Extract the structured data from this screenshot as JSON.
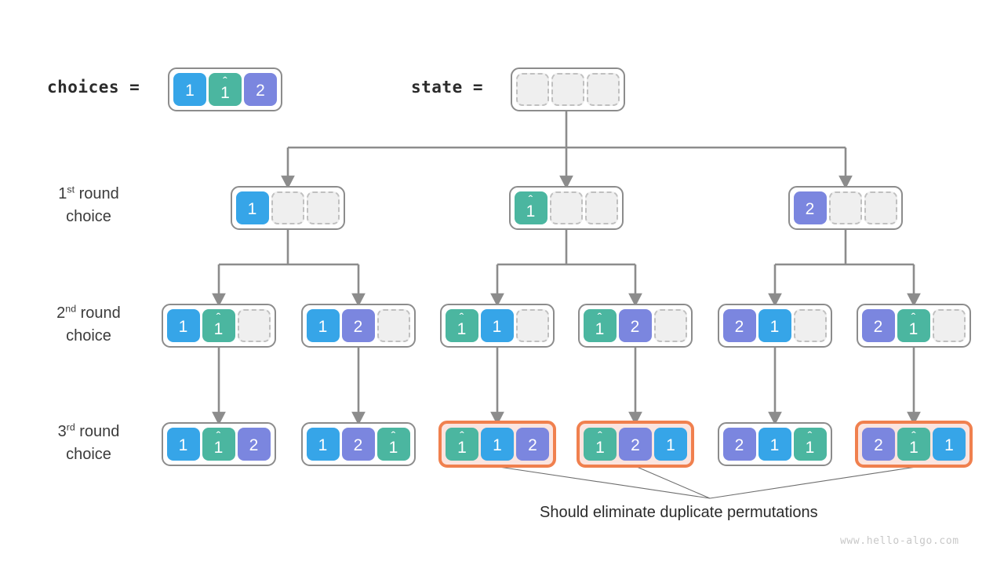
{
  "header": {
    "choices_label": "choices =",
    "state_label": "state =",
    "choices_cells": [
      {
        "value": "1",
        "color": "blue",
        "hat": false
      },
      {
        "value": "1",
        "color": "green",
        "hat": true
      },
      {
        "value": "2",
        "color": "purple",
        "hat": false
      }
    ],
    "state_cells": [
      {
        "value": "",
        "color": "empty",
        "hat": false
      },
      {
        "value": "",
        "color": "empty",
        "hat": false
      },
      {
        "value": "",
        "color": "empty",
        "hat": false
      }
    ]
  },
  "rows": [
    {
      "label_sup": "1",
      "label_ord": "st",
      "label_line1": " round",
      "label_line2": "choice"
    },
    {
      "label_sup": "2",
      "label_ord": "nd",
      "label_line1": " round",
      "label_line2": "choice"
    },
    {
      "label_sup": "3",
      "label_ord": "rd",
      "label_line1": " round",
      "label_line2": "choice"
    }
  ],
  "round1": [
    {
      "highlight": false,
      "cells": [
        {
          "value": "1",
          "color": "blue",
          "hat": false
        },
        {
          "value": "",
          "color": "empty",
          "hat": false
        },
        {
          "value": "",
          "color": "empty",
          "hat": false
        }
      ]
    },
    {
      "highlight": false,
      "cells": [
        {
          "value": "1",
          "color": "green",
          "hat": true
        },
        {
          "value": "",
          "color": "empty",
          "hat": false
        },
        {
          "value": "",
          "color": "empty",
          "hat": false
        }
      ]
    },
    {
      "highlight": false,
      "cells": [
        {
          "value": "2",
          "color": "purple",
          "hat": false
        },
        {
          "value": "",
          "color": "empty",
          "hat": false
        },
        {
          "value": "",
          "color": "empty",
          "hat": false
        }
      ]
    }
  ],
  "round2": [
    {
      "highlight": false,
      "cells": [
        {
          "value": "1",
          "color": "blue",
          "hat": false
        },
        {
          "value": "1",
          "color": "green",
          "hat": true
        },
        {
          "value": "",
          "color": "empty",
          "hat": false
        }
      ]
    },
    {
      "highlight": false,
      "cells": [
        {
          "value": "1",
          "color": "blue",
          "hat": false
        },
        {
          "value": "2",
          "color": "purple",
          "hat": false
        },
        {
          "value": "",
          "color": "empty",
          "hat": false
        }
      ]
    },
    {
      "highlight": false,
      "cells": [
        {
          "value": "1",
          "color": "green",
          "hat": true
        },
        {
          "value": "1",
          "color": "blue",
          "hat": false
        },
        {
          "value": "",
          "color": "empty",
          "hat": false
        }
      ]
    },
    {
      "highlight": false,
      "cells": [
        {
          "value": "1",
          "color": "green",
          "hat": true
        },
        {
          "value": "2",
          "color": "purple",
          "hat": false
        },
        {
          "value": "",
          "color": "empty",
          "hat": false
        }
      ]
    },
    {
      "highlight": false,
      "cells": [
        {
          "value": "2",
          "color": "purple",
          "hat": false
        },
        {
          "value": "1",
          "color": "blue",
          "hat": false
        },
        {
          "value": "",
          "color": "empty",
          "hat": false
        }
      ]
    },
    {
      "highlight": false,
      "cells": [
        {
          "value": "2",
          "color": "purple",
          "hat": false
        },
        {
          "value": "1",
          "color": "green",
          "hat": true
        },
        {
          "value": "",
          "color": "empty",
          "hat": false
        }
      ]
    }
  ],
  "round3": [
    {
      "highlight": false,
      "cells": [
        {
          "value": "1",
          "color": "blue",
          "hat": false
        },
        {
          "value": "1",
          "color": "green",
          "hat": true
        },
        {
          "value": "2",
          "color": "purple",
          "hat": false
        }
      ]
    },
    {
      "highlight": false,
      "cells": [
        {
          "value": "1",
          "color": "blue",
          "hat": false
        },
        {
          "value": "2",
          "color": "purple",
          "hat": false
        },
        {
          "value": "1",
          "color": "green",
          "hat": true
        }
      ]
    },
    {
      "highlight": true,
      "cells": [
        {
          "value": "1",
          "color": "green",
          "hat": true
        },
        {
          "value": "1",
          "color": "blue",
          "hat": false
        },
        {
          "value": "2",
          "color": "purple",
          "hat": false
        }
      ]
    },
    {
      "highlight": true,
      "cells": [
        {
          "value": "1",
          "color": "green",
          "hat": true
        },
        {
          "value": "2",
          "color": "purple",
          "hat": false
        },
        {
          "value": "1",
          "color": "blue",
          "hat": false
        }
      ]
    },
    {
      "highlight": false,
      "cells": [
        {
          "value": "2",
          "color": "purple",
          "hat": false
        },
        {
          "value": "1",
          "color": "blue",
          "hat": false
        },
        {
          "value": "1",
          "color": "green",
          "hat": true
        }
      ]
    },
    {
      "highlight": true,
      "cells": [
        {
          "value": "2",
          "color": "purple",
          "hat": false
        },
        {
          "value": "1",
          "color": "green",
          "hat": true
        },
        {
          "value": "1",
          "color": "blue",
          "hat": false
        }
      ]
    }
  ],
  "annotation": {
    "caption": "Should eliminate duplicate permutations"
  },
  "watermark": "www.hello-algo.com",
  "colors": {
    "blue": "#36a5e8",
    "green": "#4bb6a0",
    "purple": "#7b86df",
    "empty_fill": "#efefef",
    "empty_border": "#c0c0c0",
    "container_border": "#8c8c8c",
    "highlight_border": "#f0804e",
    "highlight_fill": "#fbe4df",
    "edge": "#8c8c8c",
    "leader": "#6e6e6e",
    "text": "#2b2b2b",
    "watermark": "#c8c8c8"
  }
}
